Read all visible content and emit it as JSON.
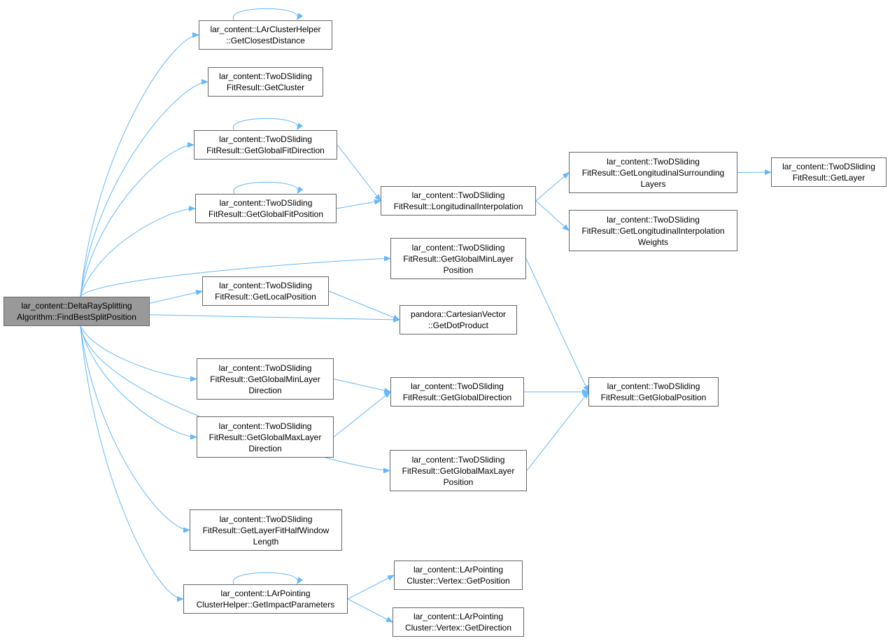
{
  "colors": {
    "edge": "#63b8ff",
    "node_border": "#666666",
    "root_fill": "#999999",
    "node_fill": "#ffffff"
  },
  "nodes": [
    {
      "id": "root",
      "lines": [
        "lar_content::DeltaRaySplitting",
        "Algorithm::FindBestSplitPosition"
      ],
      "root": true
    },
    {
      "id": "getClosestDistance",
      "lines": [
        "lar_content::LArClusterHelper",
        "::GetClosestDistance"
      ]
    },
    {
      "id": "getCluster",
      "lines": [
        "lar_content::TwoDSliding",
        "FitResult::GetCluster"
      ]
    },
    {
      "id": "getGlobalFitDirection",
      "lines": [
        "lar_content::TwoDSliding",
        "FitResult::GetGlobalFitDirection"
      ]
    },
    {
      "id": "getGlobalFitPosition",
      "lines": [
        "lar_content::TwoDSliding",
        "FitResult::GetGlobalFitPosition"
      ]
    },
    {
      "id": "longitudinalInterpolation",
      "lines": [
        "lar_content::TwoDSliding",
        "FitResult::LongitudinalInterpolation"
      ]
    },
    {
      "id": "getLongitudinalSurroundingLayers",
      "lines": [
        "lar_content::TwoDSliding",
        "FitResult::GetLongitudinalSurrounding",
        "Layers"
      ]
    },
    {
      "id": "getLayer",
      "lines": [
        "lar_content::TwoDSliding",
        "FitResult::GetLayer"
      ]
    },
    {
      "id": "getLongitudinalInterpolationWeights",
      "lines": [
        "lar_content::TwoDSliding",
        "FitResult::GetLongitudinalInterpolation",
        "Weights"
      ]
    },
    {
      "id": "getGlobalMinLayerPosition",
      "lines": [
        "lar_content::TwoDSliding",
        "FitResult::GetGlobalMinLayer",
        "Position"
      ]
    },
    {
      "id": "getLocalPosition",
      "lines": [
        "lar_content::TwoDSliding",
        "FitResult::GetLocalPosition"
      ]
    },
    {
      "id": "getDotProduct",
      "lines": [
        "pandora::CartesianVector",
        "::GetDotProduct"
      ]
    },
    {
      "id": "getGlobalMinLayerDirection",
      "lines": [
        "lar_content::TwoDSliding",
        "FitResult::GetGlobalMinLayer",
        "Direction"
      ]
    },
    {
      "id": "getGlobalDirection",
      "lines": [
        "lar_content::TwoDSliding",
        "FitResult::GetGlobalDirection"
      ]
    },
    {
      "id": "getGlobalPosition",
      "lines": [
        "lar_content::TwoDSliding",
        "FitResult::GetGlobalPosition"
      ]
    },
    {
      "id": "getGlobalMaxLayerDirection",
      "lines": [
        "lar_content::TwoDSliding",
        "FitResult::GetGlobalMaxLayer",
        "Direction"
      ]
    },
    {
      "id": "getGlobalMaxLayerPosition",
      "lines": [
        "lar_content::TwoDSliding",
        "FitResult::GetGlobalMaxLayer",
        "Position"
      ]
    },
    {
      "id": "getLayerFitHalfWindowLength",
      "lines": [
        "lar_content::TwoDSliding",
        "FitResult::GetLayerFitHalfWindow",
        "Length"
      ]
    },
    {
      "id": "getImpactParameters",
      "lines": [
        "lar_content::LArPointing",
        "ClusterHelper::GetImpactParameters"
      ]
    },
    {
      "id": "vertexGetPosition",
      "lines": [
        "lar_content::LArPointing",
        "Cluster::Vertex::GetPosition"
      ]
    },
    {
      "id": "vertexGetDirection",
      "lines": [
        "lar_content::LArPointing",
        "Cluster::Vertex::GetDirection"
      ]
    }
  ],
  "edges": [
    [
      "root",
      "getClosestDistance"
    ],
    [
      "root",
      "getCluster"
    ],
    [
      "root",
      "getGlobalFitDirection"
    ],
    [
      "root",
      "getGlobalFitPosition"
    ],
    [
      "root",
      "getGlobalMinLayerPosition"
    ],
    [
      "root",
      "getLocalPosition"
    ],
    [
      "root",
      "getDotProduct"
    ],
    [
      "root",
      "getGlobalMinLayerDirection"
    ],
    [
      "root",
      "getGlobalMaxLayerDirection"
    ],
    [
      "root",
      "getGlobalMaxLayerPosition"
    ],
    [
      "root",
      "getLayerFitHalfWindowLength"
    ],
    [
      "root",
      "getImpactParameters"
    ],
    [
      "getClosestDistance",
      "getClosestDistance"
    ],
    [
      "getGlobalFitDirection",
      "getGlobalFitDirection"
    ],
    [
      "getGlobalFitPosition",
      "getGlobalFitPosition"
    ],
    [
      "getImpactParameters",
      "getImpactParameters"
    ],
    [
      "getGlobalFitDirection",
      "longitudinalInterpolation"
    ],
    [
      "getGlobalFitPosition",
      "longitudinalInterpolation"
    ],
    [
      "longitudinalInterpolation",
      "getLongitudinalSurroundingLayers"
    ],
    [
      "longitudinalInterpolation",
      "getLongitudinalInterpolationWeights"
    ],
    [
      "getLongitudinalSurroundingLayers",
      "getLayer"
    ],
    [
      "getGlobalMinLayerPosition",
      "getGlobalPosition"
    ],
    [
      "getLocalPosition",
      "getDotProduct"
    ],
    [
      "getGlobalMinLayerDirection",
      "getGlobalDirection"
    ],
    [
      "getGlobalMaxLayerDirection",
      "getGlobalDirection"
    ],
    [
      "getGlobalDirection",
      "getGlobalPosition"
    ],
    [
      "getGlobalMaxLayerPosition",
      "getGlobalPosition"
    ],
    [
      "getImpactParameters",
      "vertexGetPosition"
    ],
    [
      "getImpactParameters",
      "vertexGetDirection"
    ]
  ]
}
